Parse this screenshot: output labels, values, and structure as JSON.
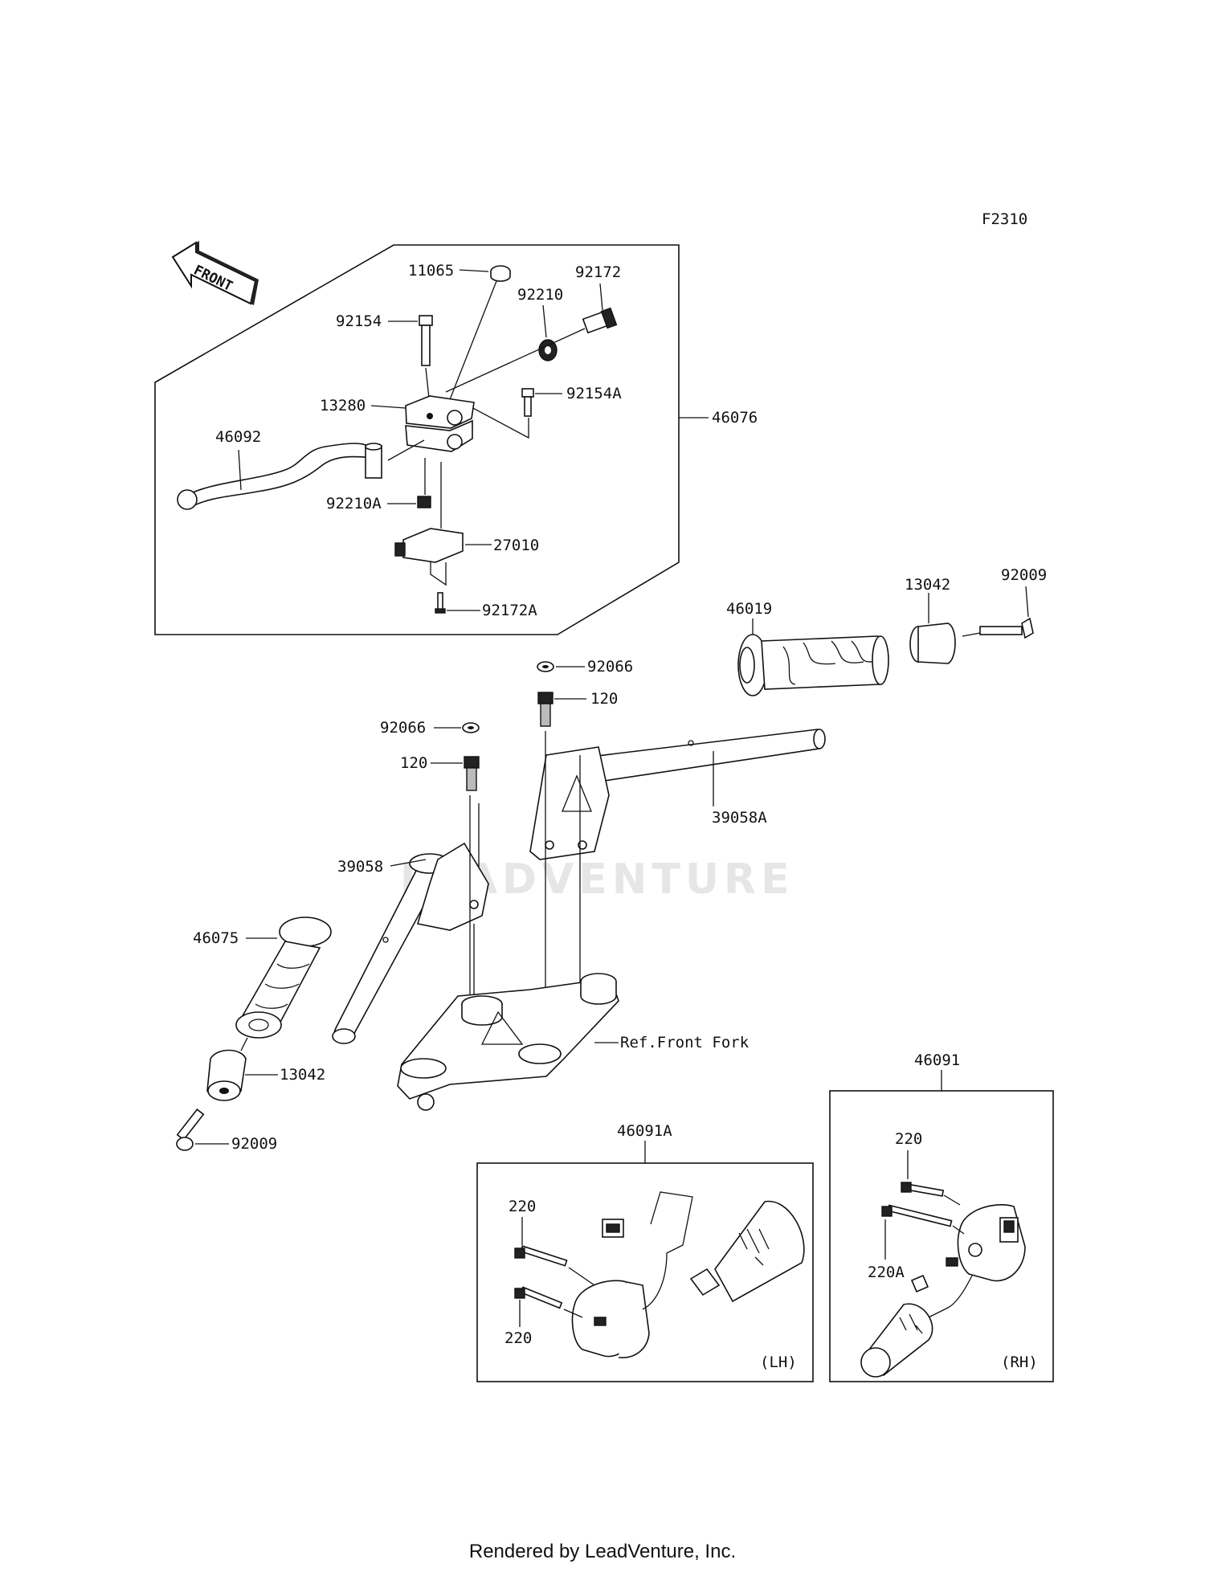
{
  "diagram_code": "F2310",
  "front_arrow_label": "FRONT",
  "watermark": "LEADVENTURE",
  "labels": {
    "p11065": "11065",
    "p92172": "92172",
    "p92210": "92210",
    "p92154": "92154",
    "p92154A": "92154A",
    "p13280": "13280",
    "p46076": "46076",
    "p46092": "46092",
    "p92210A": "92210A",
    "p27010": "27010",
    "p92172A": "92172A",
    "p13042_r": "13042",
    "p92009_r": "92009",
    "p46019": "46019",
    "p92066_r": "92066",
    "p120_r": "120",
    "p92066_l": "92066",
    "p120_l": "120",
    "p39058A": "39058A",
    "p39058": "39058",
    "p46075": "46075",
    "p_ref_fork": "Ref.Front Fork",
    "p13042_l": "13042",
    "p92009_l": "92009",
    "p46091": "46091",
    "p46091A": "46091A",
    "p220_lh1": "220",
    "p220_lh2": "220",
    "p220_rh": "220",
    "p220A_rh": "220A",
    "lh": "(LH)",
    "rh": "(RH)"
  },
  "footer": "Rendered by LeadVenture, Inc."
}
